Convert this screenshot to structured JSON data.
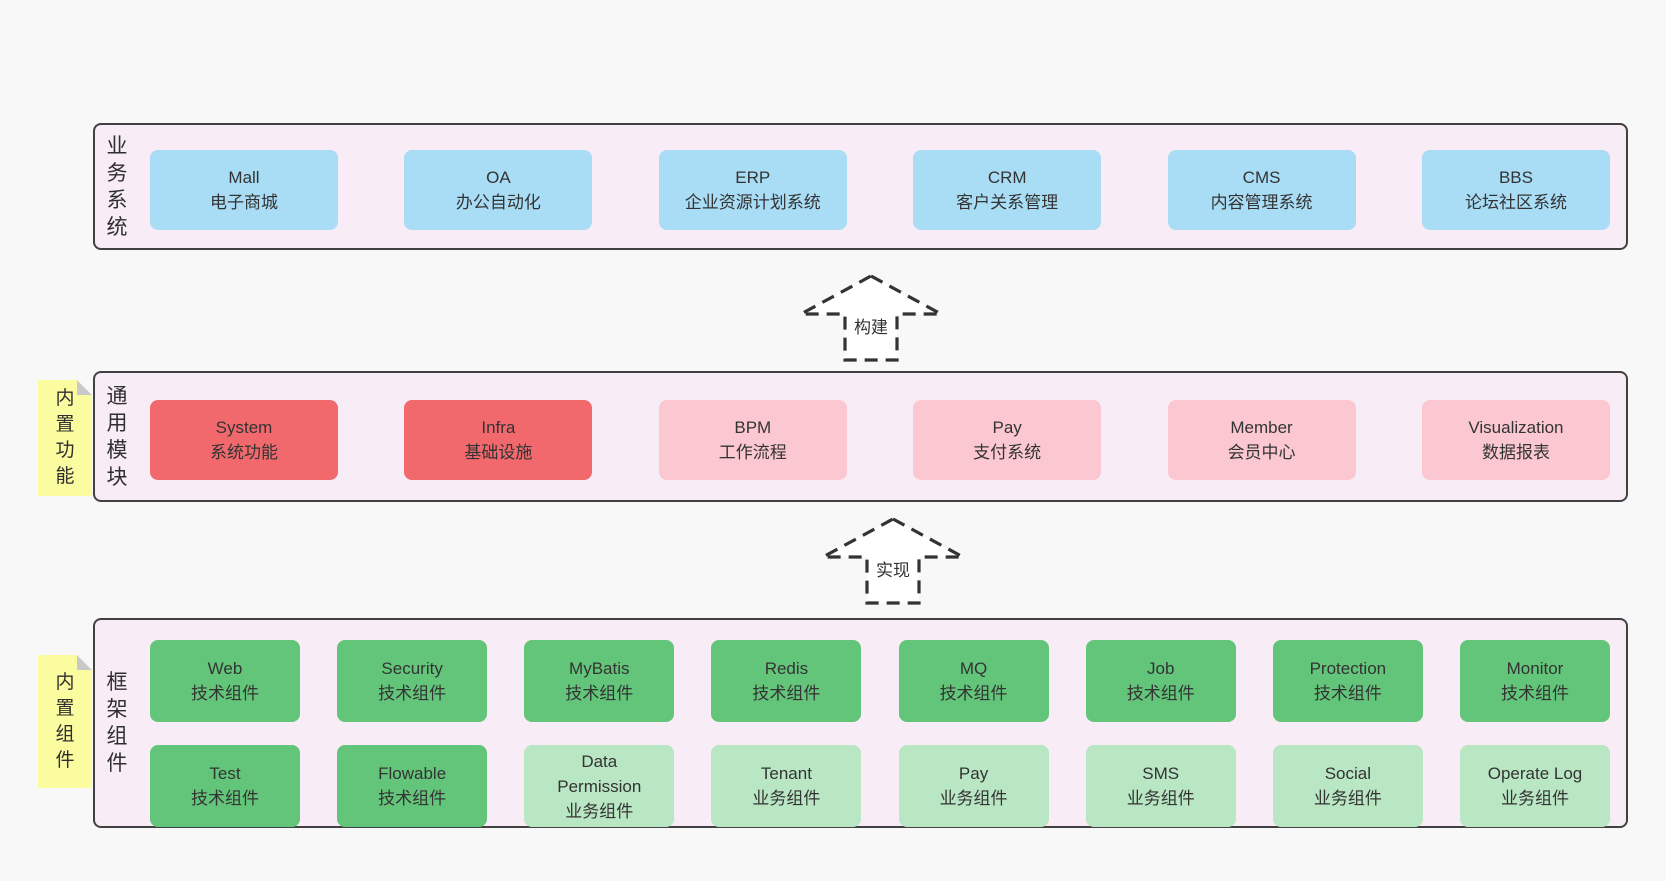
{
  "colors": {
    "page_background": "#f8f8f8",
    "container_fill": "#f8edf6",
    "container_border": "#414141",
    "blue_box": "#a9dcf5",
    "red_box": "#f2696d",
    "pink_box": "#fbc8d2",
    "green_box": "#63c57a",
    "light_green_box": "#b9e6c3",
    "sticky_yellow": "#fbfba0",
    "sticky_fold_gray": "#c9c9c9",
    "arrow_stroke": "#333333",
    "arrow_fill": "#ffffff",
    "text": "#3a3a3a"
  },
  "sections": {
    "business": {
      "label": "业务系统",
      "boxes": [
        {
          "title": "Mall",
          "subtitle": "电子商城"
        },
        {
          "title": "OA",
          "subtitle": "办公自动化"
        },
        {
          "title": "ERP",
          "subtitle": "企业资源计划系统"
        },
        {
          "title": "CRM",
          "subtitle": "客户关系管理"
        },
        {
          "title": "CMS",
          "subtitle": "内容管理系统"
        },
        {
          "title": "BBS",
          "subtitle": "论坛社区系统"
        }
      ]
    },
    "modules": {
      "label": "通用模块",
      "sticky": "内置功能",
      "boxes": [
        {
          "title": "System",
          "subtitle": "系统功能",
          "color": "#f2696d"
        },
        {
          "title": "Infra",
          "subtitle": "基础设施",
          "color": "#f2696d"
        },
        {
          "title": "BPM",
          "subtitle": "工作流程",
          "color": "#fbc8d2"
        },
        {
          "title": "Pay",
          "subtitle": "支付系统",
          "color": "#fbc8d2"
        },
        {
          "title": "Member",
          "subtitle": "会员中心",
          "color": "#fbc8d2"
        },
        {
          "title": "Visualization",
          "subtitle": "数据报表",
          "color": "#fbc8d2"
        }
      ]
    },
    "components": {
      "label": "框架组件",
      "sticky": "内置组件",
      "row1": [
        {
          "title": "Web",
          "subtitle": "技术组件",
          "color": "#63c57a"
        },
        {
          "title": "Security",
          "subtitle": "技术组件",
          "color": "#63c57a"
        },
        {
          "title": "MyBatis",
          "subtitle": "技术组件",
          "color": "#63c57a"
        },
        {
          "title": "Redis",
          "subtitle": "技术组件",
          "color": "#63c57a"
        },
        {
          "title": "MQ",
          "subtitle": "技术组件",
          "color": "#63c57a"
        },
        {
          "title": "Job",
          "subtitle": "技术组件",
          "color": "#63c57a"
        },
        {
          "title": "Protection",
          "subtitle": "技术组件",
          "color": "#63c57a"
        },
        {
          "title": "Monitor",
          "subtitle": "技术组件",
          "color": "#63c57a"
        }
      ],
      "row2": [
        {
          "title": "Test",
          "subtitle": "技术组件",
          "color": "#63c57a"
        },
        {
          "title": "Flowable",
          "subtitle": "技术组件",
          "color": "#63c57a"
        },
        {
          "title": "Data Permission",
          "subtitle": "业务组件",
          "color": "#b9e6c3"
        },
        {
          "title": "Tenant",
          "subtitle": "业务组件",
          "color": "#b9e6c3"
        },
        {
          "title": "Pay",
          "subtitle": "业务组件",
          "color": "#b9e6c3"
        },
        {
          "title": "SMS",
          "subtitle": "业务组件",
          "color": "#b9e6c3"
        },
        {
          "title": "Social",
          "subtitle": "业务组件",
          "color": "#b9e6c3"
        },
        {
          "title": "Operate Log",
          "subtitle": "业务组件",
          "color": "#b9e6c3"
        }
      ]
    }
  },
  "arrows": {
    "build": "构建",
    "implement": "实现"
  }
}
